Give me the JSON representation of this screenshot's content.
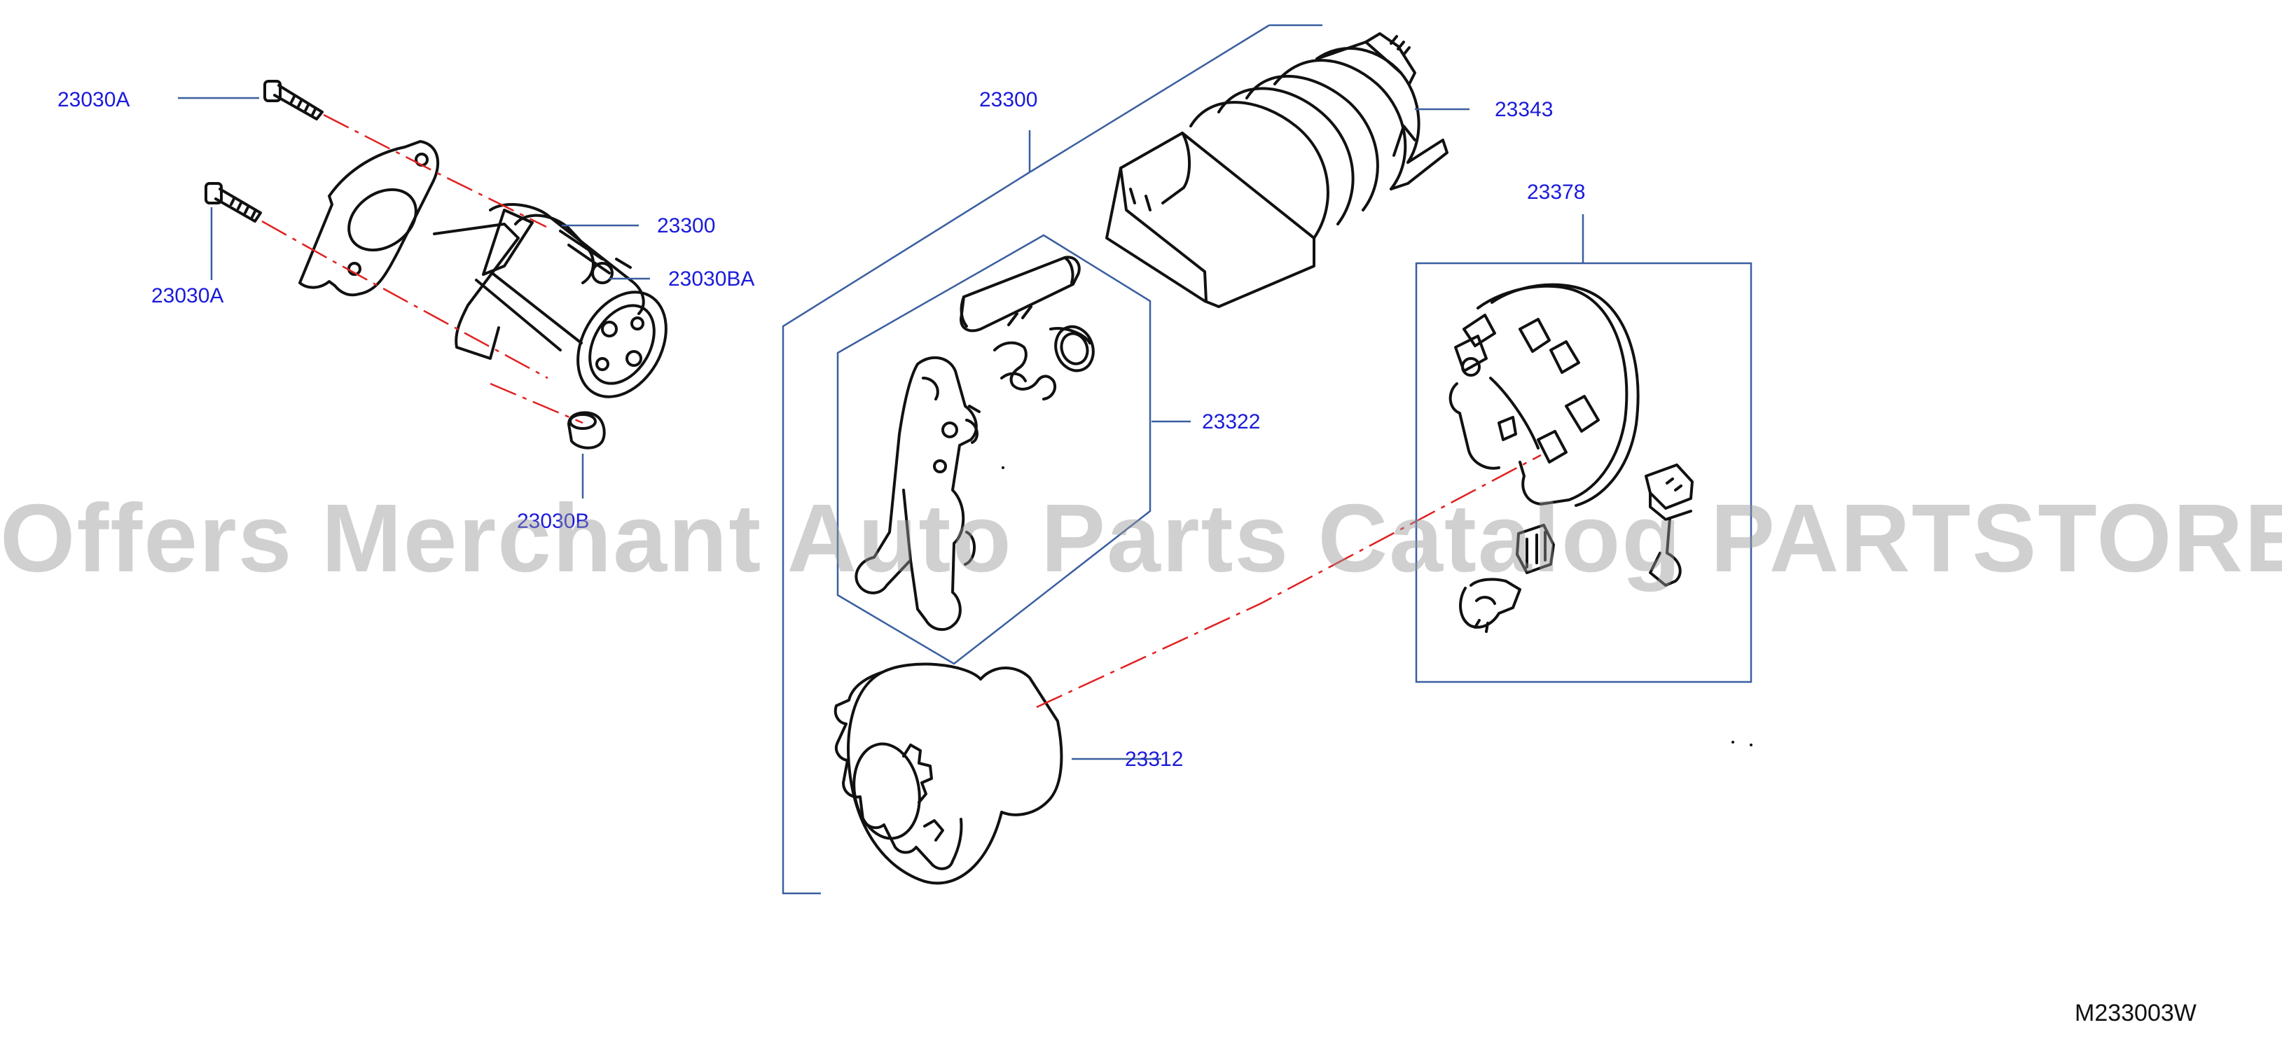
{
  "diagram": {
    "callouts": {
      "bolt_upper": "23030A",
      "bolt_lower": "23030A",
      "starter_assembly": "23300",
      "starter_part_ba": "23030BA",
      "nut_b": "23030B",
      "kit_group": "23300",
      "magnetic_switch": "23343",
      "lever_set": "23322",
      "brush_holder": "23378",
      "pinion_clutch": "23312"
    },
    "diagram_code": "M233003W",
    "watermark": "Offers Merchant Auto Parts Catalog PARTSTORE.SA"
  },
  "colors": {
    "leader_line": "#3a5fa0",
    "callout_text": "#1a1adc",
    "part_outline": "#111111",
    "center_line": "#e02020",
    "watermark": "#969696"
  }
}
